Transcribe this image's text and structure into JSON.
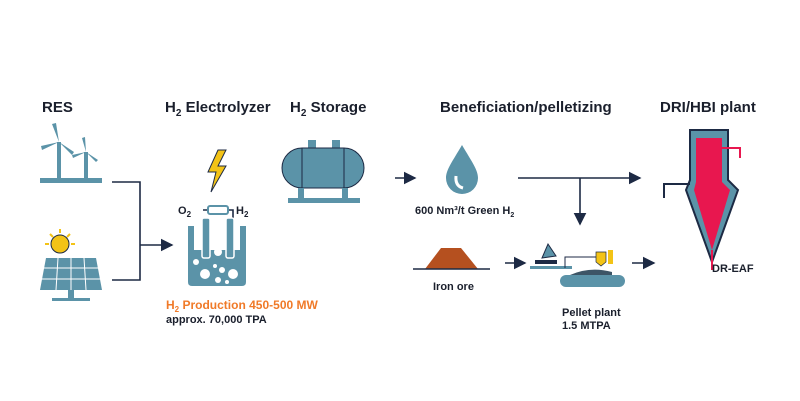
{
  "headings": {
    "res": "RES",
    "electrolyzer_h": "H",
    "electrolyzer_sub": "2",
    "electrolyzer_rest": " Electrolyzer",
    "storage_h": "H",
    "storage_sub": "2",
    "storage_rest": " Storage",
    "beneficiation": "Beneficiation/pelletizing",
    "dri": "DRI/HBI plant"
  },
  "electrolyzer": {
    "o2_label": "O",
    "o2_sub": "2",
    "h2_label": "H",
    "h2_sub": "2",
    "production_h": "H",
    "production_sub": "2",
    "production_rest": " Production 450-500 MW",
    "capacity": "approx. 70,000 TPA"
  },
  "hydrogen": {
    "label": "600 Nm³/t Green H",
    "label_sub": "2"
  },
  "iron_ore": {
    "label": "Iron ore"
  },
  "pellet_plant": {
    "label": "Pellet plant",
    "capacity": "1.5 MTPA"
  },
  "dri_plant": {
    "label": "DR-EAF"
  },
  "colors": {
    "icon": "#5b93a8",
    "accent": "#f07a28",
    "furnace": "#e8174f",
    "line": "#1d2a44",
    "ore": "#b5501f",
    "bolt": "#f3c316"
  }
}
